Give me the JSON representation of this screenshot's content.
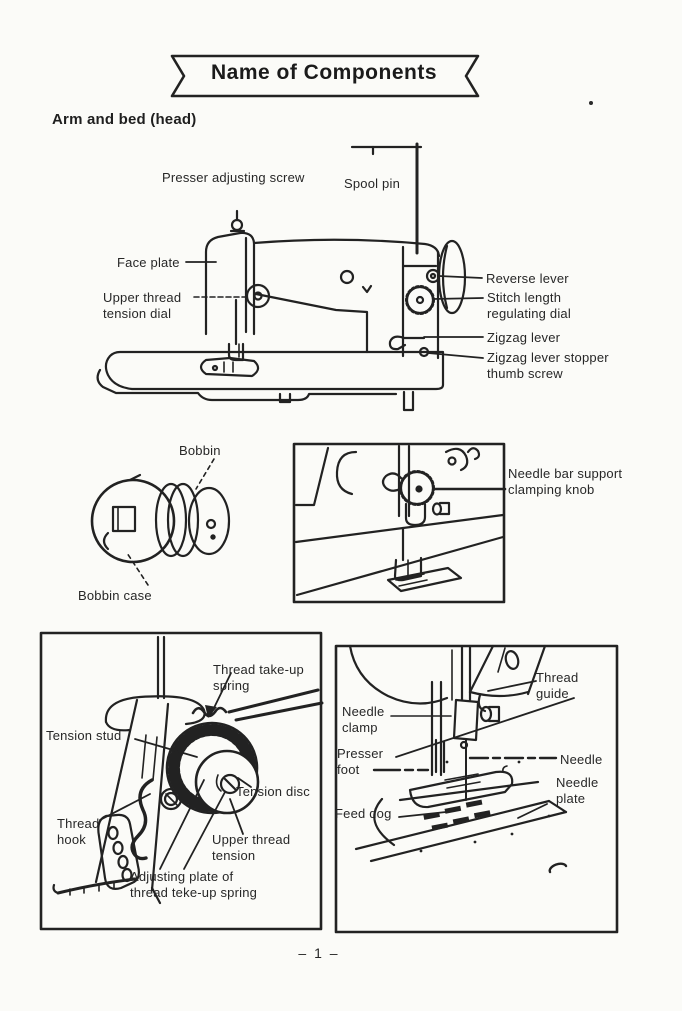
{
  "banner": {
    "title": "Name of Components"
  },
  "section": {
    "heading": "Arm and bed (head)"
  },
  "figure1": {
    "labels": {
      "presser_adjusting_screw": "Presser adjusting screw",
      "spool_pin": "Spool pin",
      "face_plate": "Face plate",
      "upper_thread_tension_dial": "Upper thread tension dial",
      "reverse_lever": "Reverse lever",
      "stitch_length_regulating_dial": "Stitch length regulating dial",
      "zigzag_lever": "Zigzag lever",
      "zigzag_lever_stopper_thumb_screw": "Zigzag lever stopper thumb screw"
    }
  },
  "figure2": {
    "labels": {
      "bobbin": "Bobbin",
      "bobbin_case": "Bobbin case"
    }
  },
  "figure3": {
    "labels": {
      "needle_bar_support_clamping_knob": "Needle bar support clamping knob"
    }
  },
  "figure4": {
    "labels": {
      "thread_take_up_spring": "Thread take-up spring",
      "tension_stud": "Tension stud",
      "tension_disc": "Tension disc",
      "thread_hook": "Thread hook",
      "upper_thread_tension": "Upper thread tension",
      "adjusting_plate_of_thread_take_up_spring": "Adjusting plate of thread teke-up spring"
    }
  },
  "figure5": {
    "labels": {
      "thread_guide": "Thread guide",
      "needle_clamp": "Needle clamp",
      "presser_foot": "Presser foot",
      "needle": "Needle",
      "needle_plate": "Needle plate",
      "feed_dog": "Feed dog"
    }
  },
  "footer": {
    "page_number": "– 1 –"
  },
  "colors": {
    "ink": "#222222",
    "paper": "#fbfbf8"
  }
}
